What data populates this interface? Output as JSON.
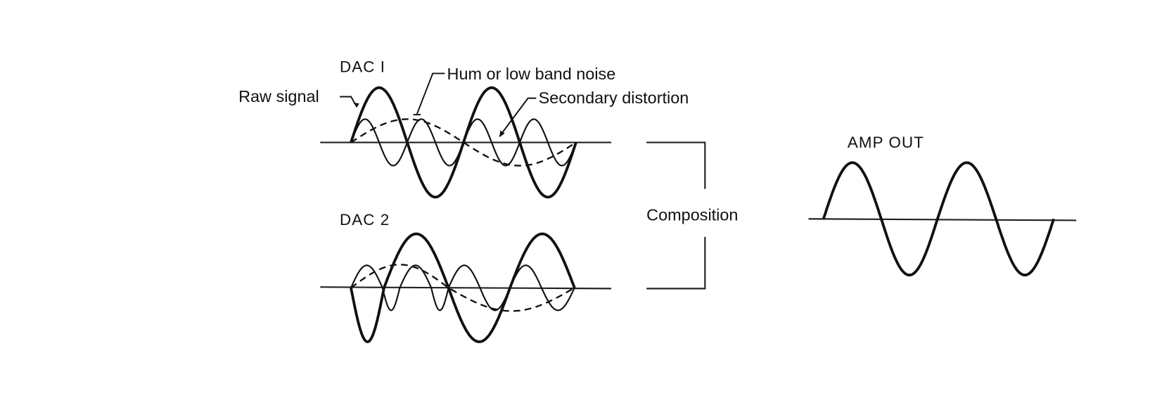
{
  "diagram": {
    "dac1": {
      "title": "DAC I",
      "labels": {
        "raw_signal": "Raw signal",
        "hum": "Hum or low band noise",
        "secondary": "Secondary distortion"
      }
    },
    "dac2": {
      "title": "DAC 2"
    },
    "composition_label": "Composition",
    "amp_out": {
      "title": "AMP OUT"
    },
    "colors": {
      "ink": "#111111",
      "background": "#ffffff"
    }
  }
}
